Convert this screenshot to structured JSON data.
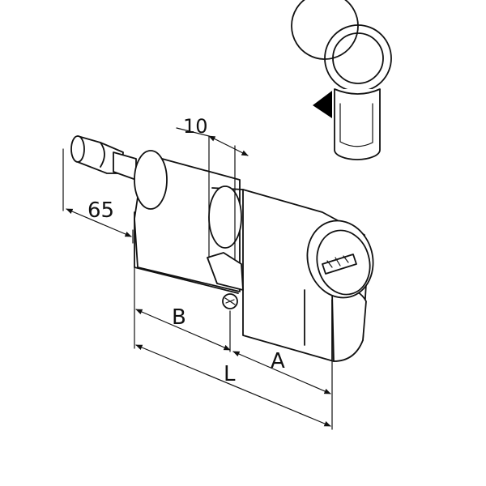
{
  "labels": {
    "dim_10": "10",
    "dim_65": "65",
    "dim_B": "B",
    "dim_L": "L",
    "dim_A": "A"
  },
  "colors": {
    "line": "#111111",
    "background": "#ffffff",
    "marker": "#000000"
  }
}
